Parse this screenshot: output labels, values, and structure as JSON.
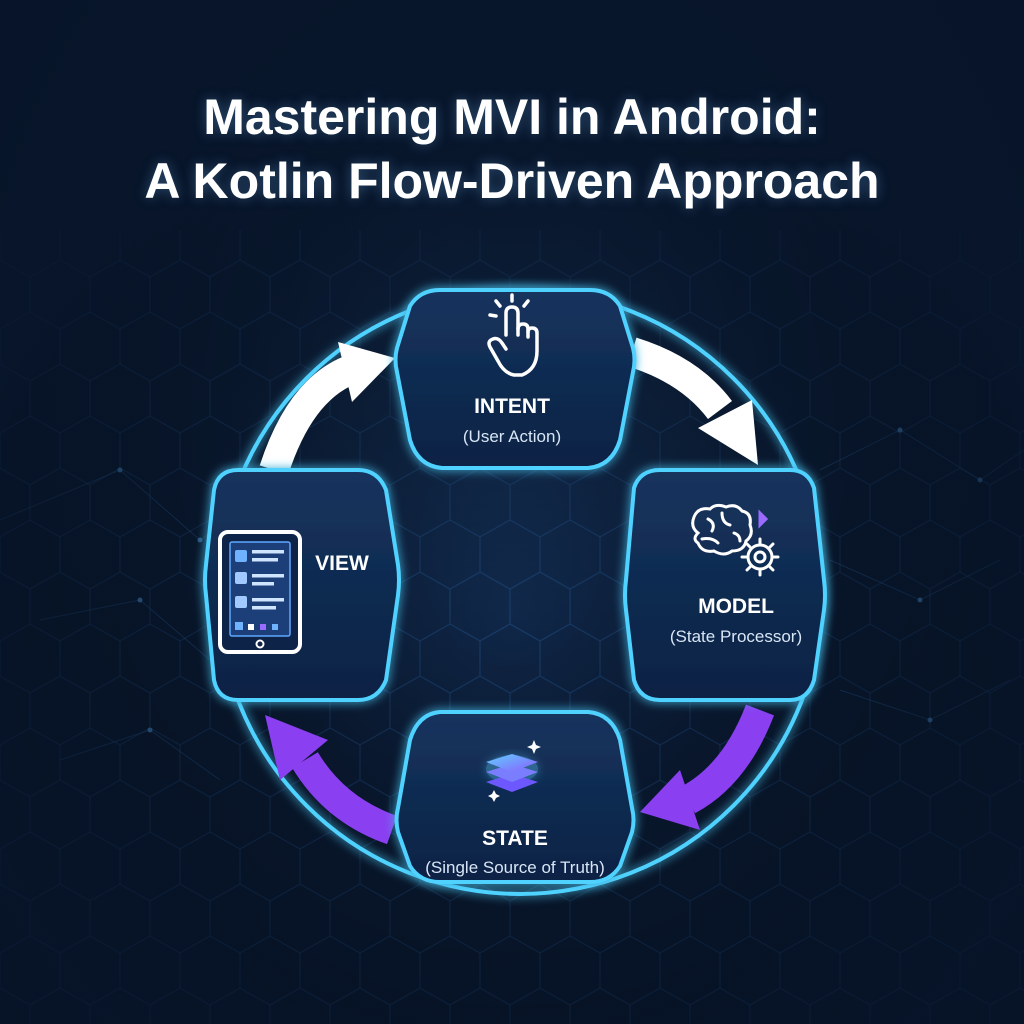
{
  "title": {
    "line1": "Mastering MVI in Android:",
    "line2": "A Kotlin Flow-Driven Approach"
  },
  "nodes": {
    "intent": {
      "label": "INTENT",
      "sub": "(User Action)",
      "icon": "hand-pointer-icon"
    },
    "model": {
      "label": "MODEL",
      "sub": "(State Processor)",
      "icon": "brain-gear-icon"
    },
    "state": {
      "label": "STATE",
      "sub": "(Single Source of Truth)",
      "icon": "stacked-layers-icon"
    },
    "view": {
      "label": "VIEW",
      "icon": "tablet-icon"
    }
  },
  "colors": {
    "ring": "#4fd2ff",
    "node_fill": "#0f2a4f",
    "arrow_white": "#ffffff",
    "arrow_purple": "#8a3ff0",
    "background": "#0c1f3c"
  }
}
